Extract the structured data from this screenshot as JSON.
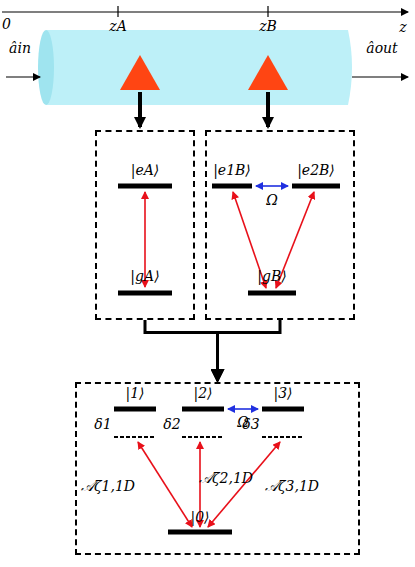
{
  "diagram": {
    "nodes": [
      {
        "text": [
          "|eA⟩",
          "|gA⟩"
        ]
      },
      {
        "text": [
          "|e1B⟩",
          "|e2B⟩",
          "Ω",
          "|gB⟩"
        ]
      },
      {
        "text": [
          "|1⟩",
          "|2⟩",
          "|3⟩",
          "δ1",
          "δ2",
          "δ3",
          "Ω",
          "𝒜ζ1,1D",
          "𝒜ζ2,1D",
          "𝒜ζ3,1D",
          "|0⟩"
        ]
      }
    ],
    "edges": [
      {
        "from": 0,
        "to": 2,
        "arrow": "to"
      },
      {
        "from": 1,
        "to": 2,
        "arrow": "to"
      }
    ],
    "labels": [
      "0",
      "zA",
      "zB",
      "z",
      "âin",
      "âout"
    ]
  }
}
